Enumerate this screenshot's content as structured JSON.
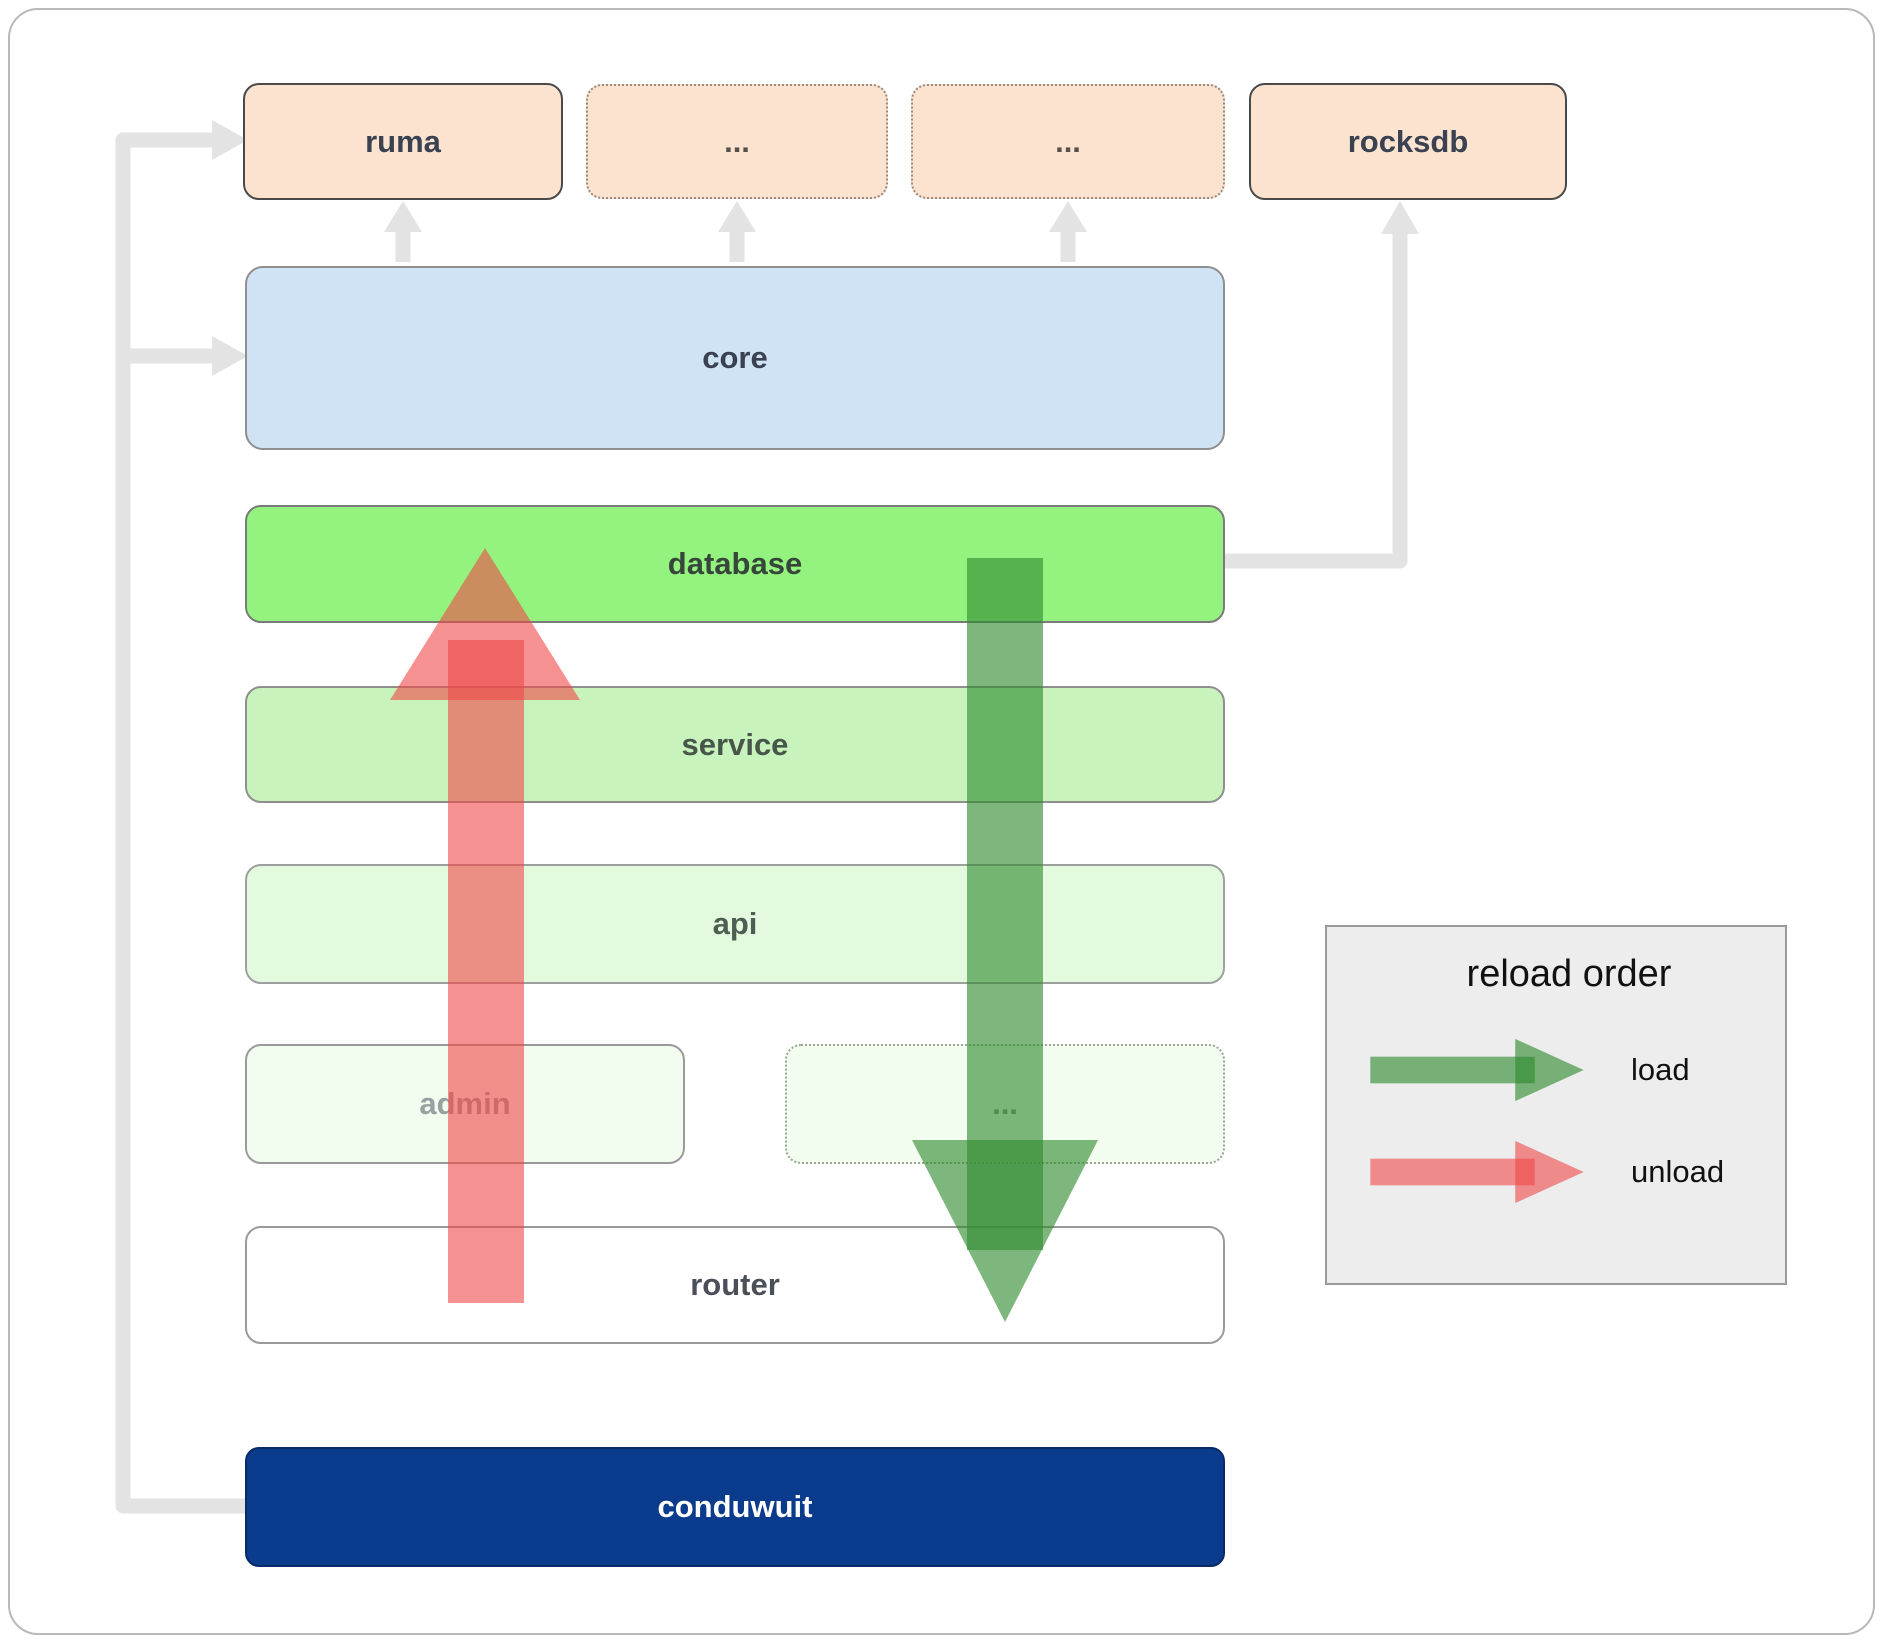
{
  "nodes": {
    "ruma": "ruma",
    "dots1": "...",
    "dots2": "...",
    "rocksdb": "rocksdb",
    "core": "core",
    "database": "database",
    "service": "service",
    "api": "api",
    "admin": "admin",
    "dots3": "...",
    "router": "router",
    "conduwuit": "conduwuit"
  },
  "legend": {
    "title": "reload order",
    "load_label": "load",
    "unload_label": "unload"
  },
  "colors": {
    "peach": "#fbe3d0",
    "blue": "#cfe3f5",
    "green1": "#94f37f",
    "green2": "#c9f3bc",
    "green3": "#e4fade",
    "green4": "#f2fdf0",
    "navy": "#0b3b8c",
    "arrow-green": "#2e8b2e",
    "arrow-red": "#f04848",
    "connector": "#e3e3e3",
    "legend-bg": "#ededed"
  }
}
